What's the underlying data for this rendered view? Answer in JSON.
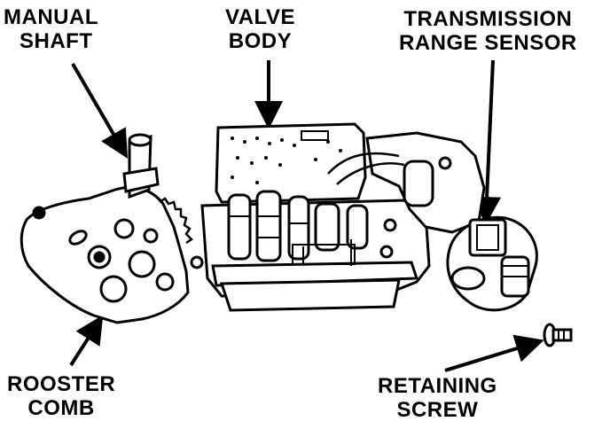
{
  "labels": {
    "manual_shaft": [
      "MANUAL",
      "SHAFT"
    ],
    "valve_body": [
      "VALVE",
      "BODY"
    ],
    "transmission_range_sensor": [
      "TRANSMISSION",
      "RANGE SENSOR"
    ],
    "rooster_comb": [
      "ROOSTER",
      "COMB"
    ],
    "retaining_screw": [
      "RETAINING",
      "SCREW"
    ]
  },
  "colors": {
    "ink": "#000000",
    "paper": "#ffffff"
  }
}
